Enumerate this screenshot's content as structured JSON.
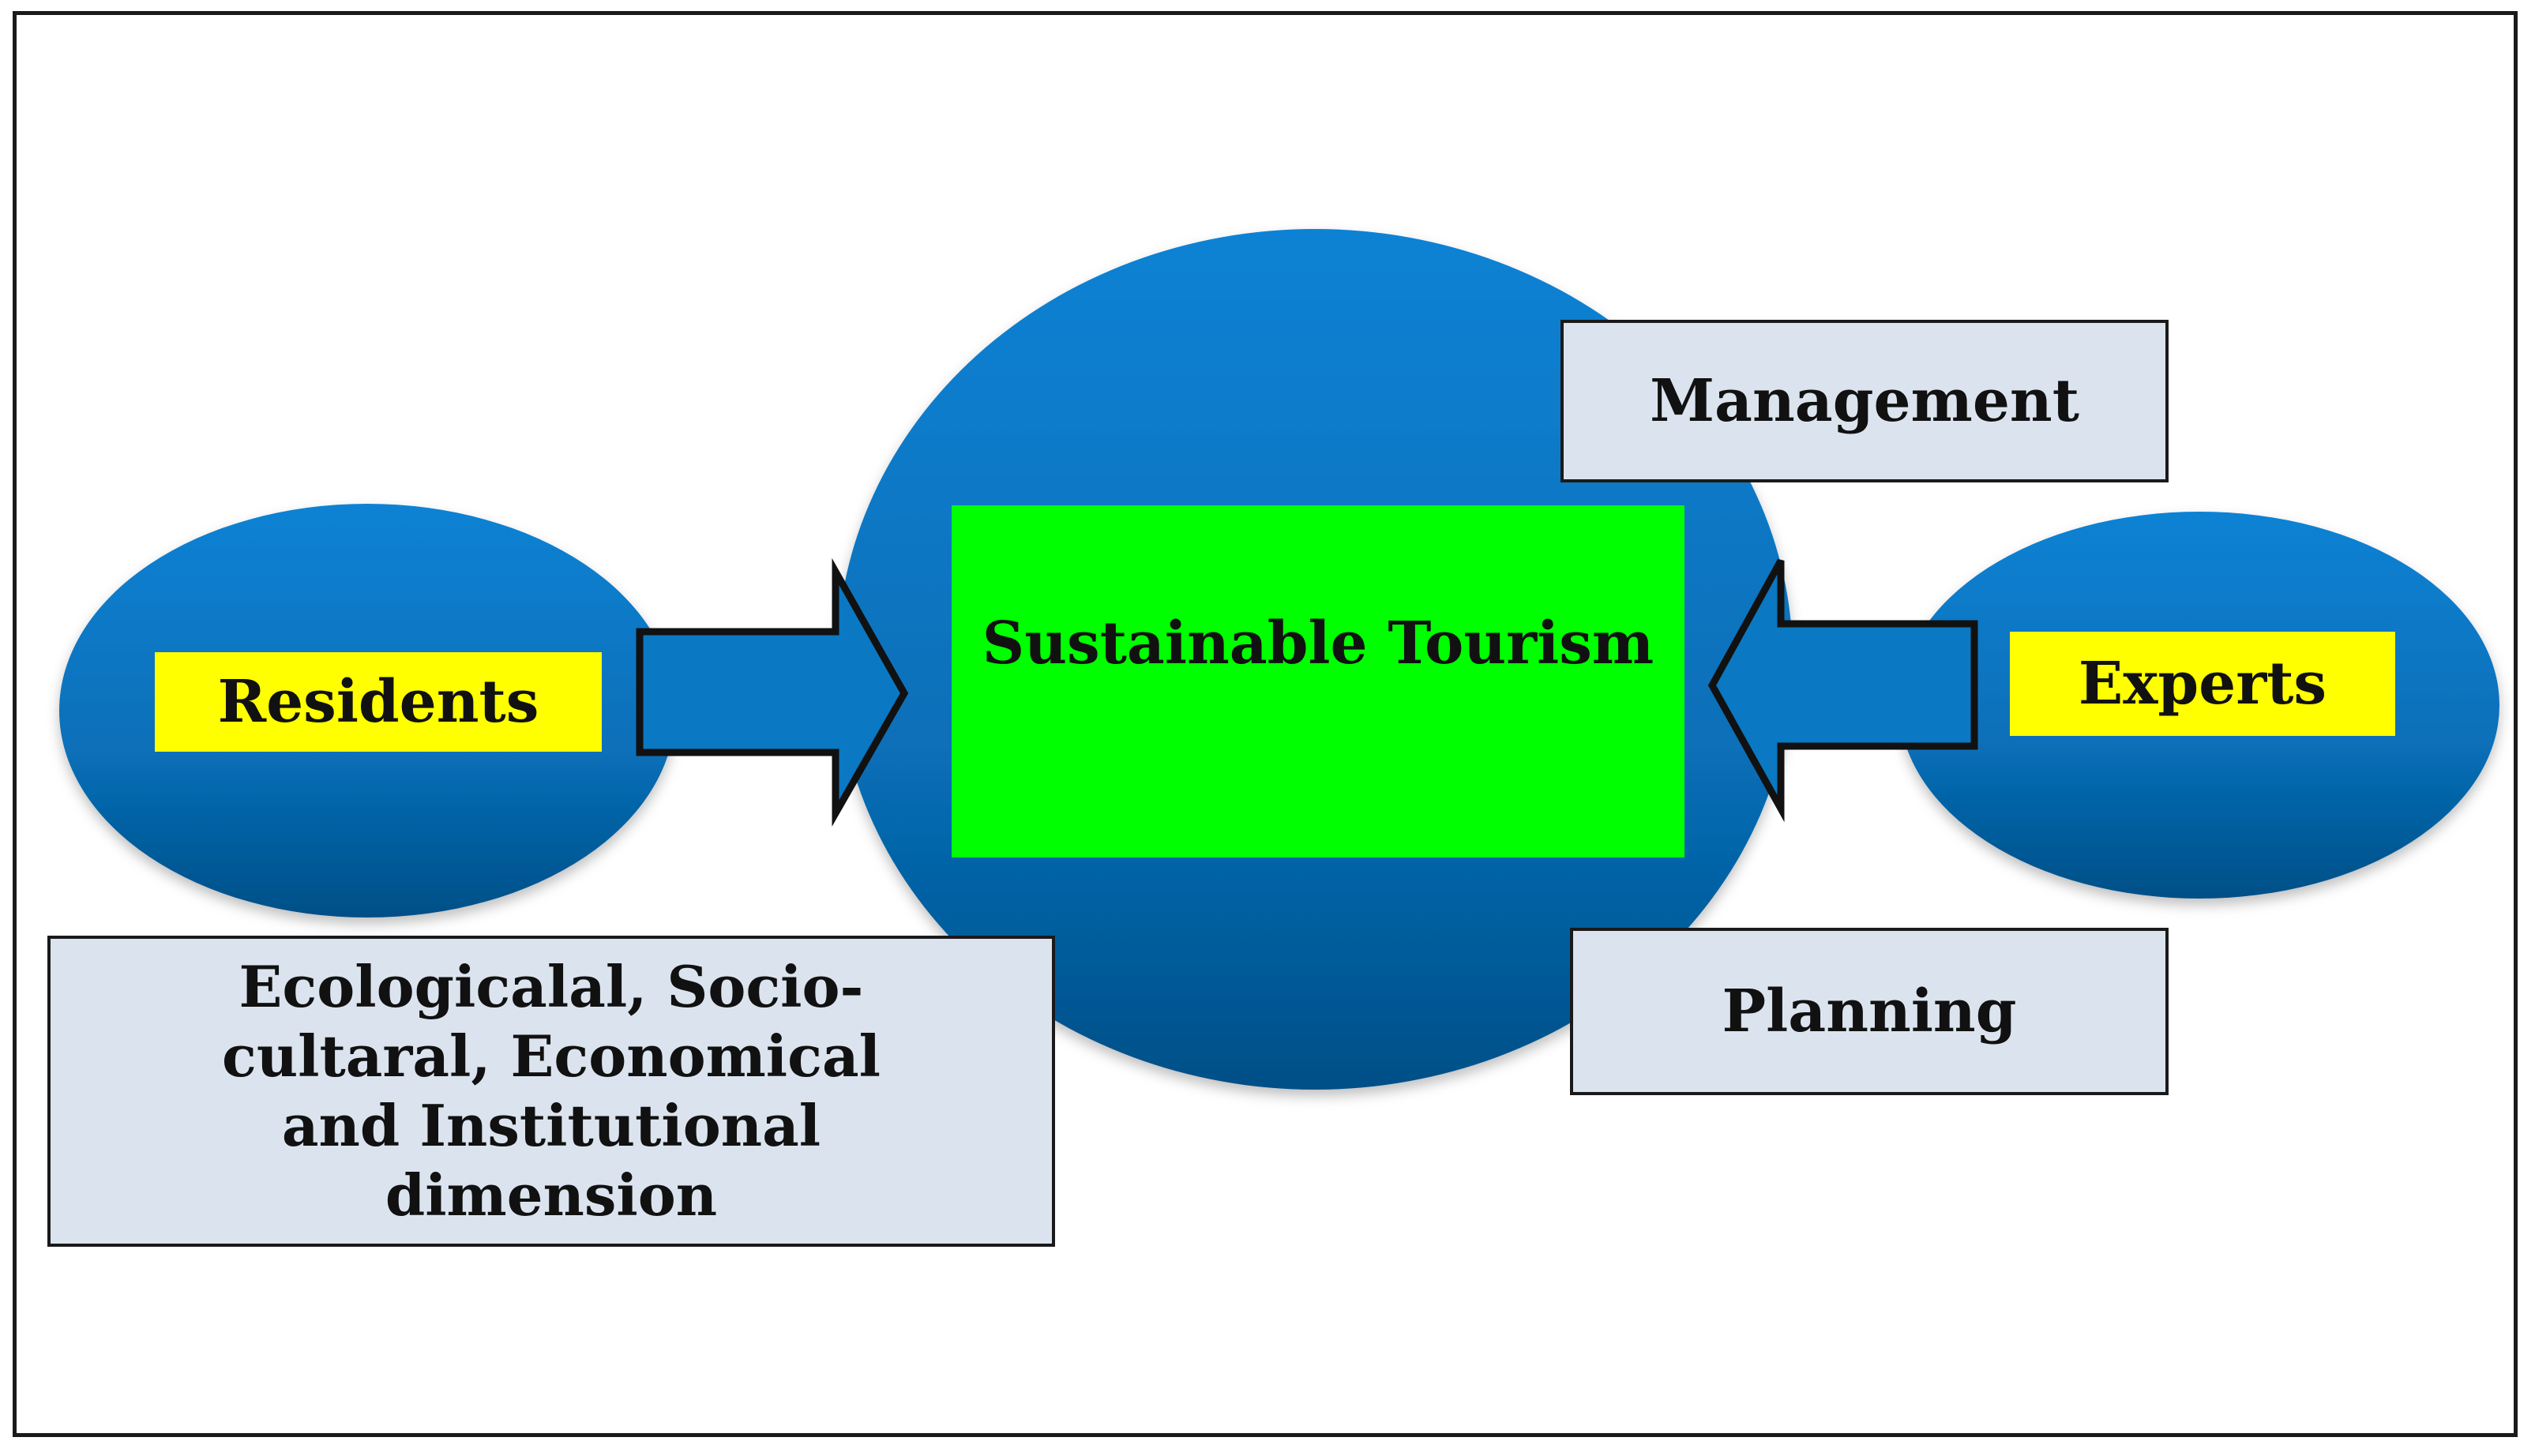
{
  "nodes": {
    "center": {
      "label": "Sustainable Tourism"
    },
    "residents": {
      "label": "Residents"
    },
    "experts": {
      "label": "Experts"
    },
    "management": {
      "label": "Management"
    },
    "planning": {
      "label": "Planning"
    },
    "dimensions": {
      "label": "Ecologicalal, Socio-cultaral, Economical and Institutional dimension"
    }
  },
  "edges": [
    {
      "from": "residents",
      "to": "center",
      "style": "block-arrow"
    },
    {
      "from": "experts",
      "to": "center",
      "style": "block-arrow"
    }
  ],
  "colors": {
    "circle_top": "#0a7fcf",
    "circle_bottom": "#05568f",
    "center_box": "#00ff00",
    "yellow_box": "#ffff00",
    "grey_box": "#dbe4ee",
    "outline": "#1a1a1a"
  }
}
